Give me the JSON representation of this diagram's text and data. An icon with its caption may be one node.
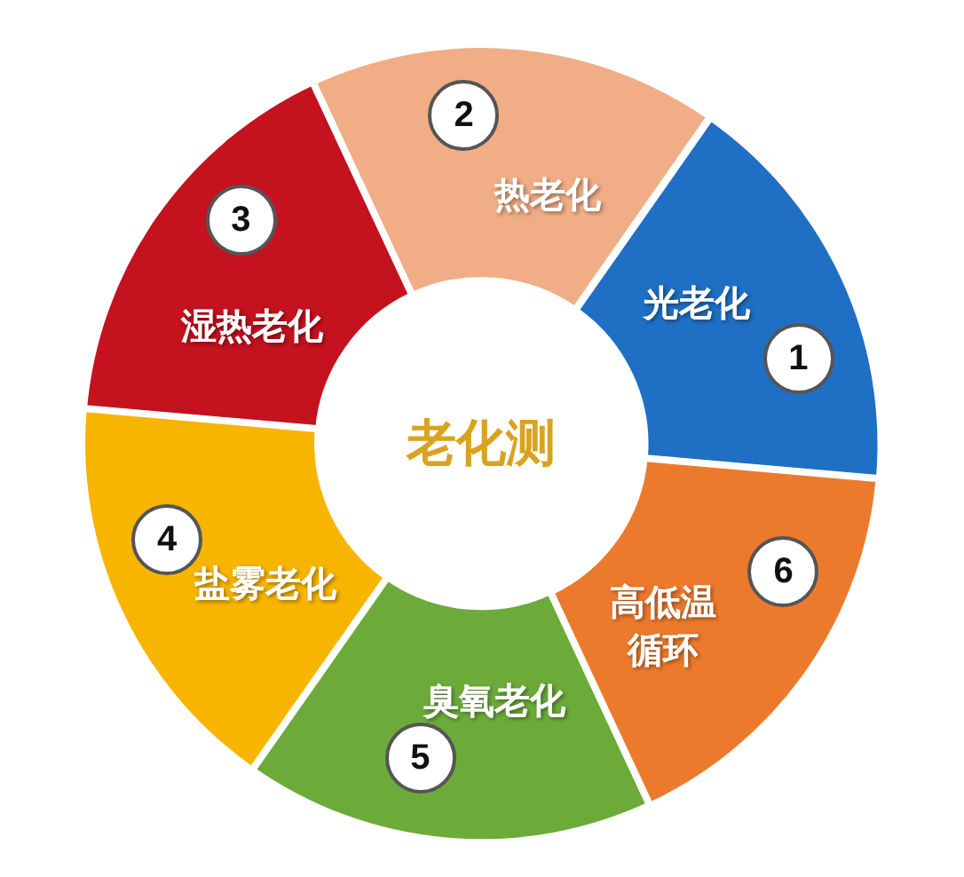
{
  "diagram": {
    "nodes": [
      {
        "text": [
          "老化测"
        ]
      },
      {
        "text": [
          "光老化"
        ]
      },
      {
        "text": [
          "1"
        ],
        "in": 1
      },
      {
        "text": [
          "热老化"
        ]
      },
      {
        "text": [
          "2"
        ],
        "in": 3
      },
      {
        "text": [
          "湿热老化"
        ]
      },
      {
        "text": [
          "3"
        ],
        "in": 5
      },
      {
        "text": [
          "盐雾老化"
        ]
      },
      {
        "text": [
          "4"
        ],
        "in": 7
      },
      {
        "text": [
          "臭氧老化"
        ]
      },
      {
        "text": [
          "5"
        ],
        "in": 9
      },
      {
        "text": [
          "高低温循环"
        ]
      },
      {
        "text": [
          "6"
        ],
        "in": 11
      }
    ]
  }
}
